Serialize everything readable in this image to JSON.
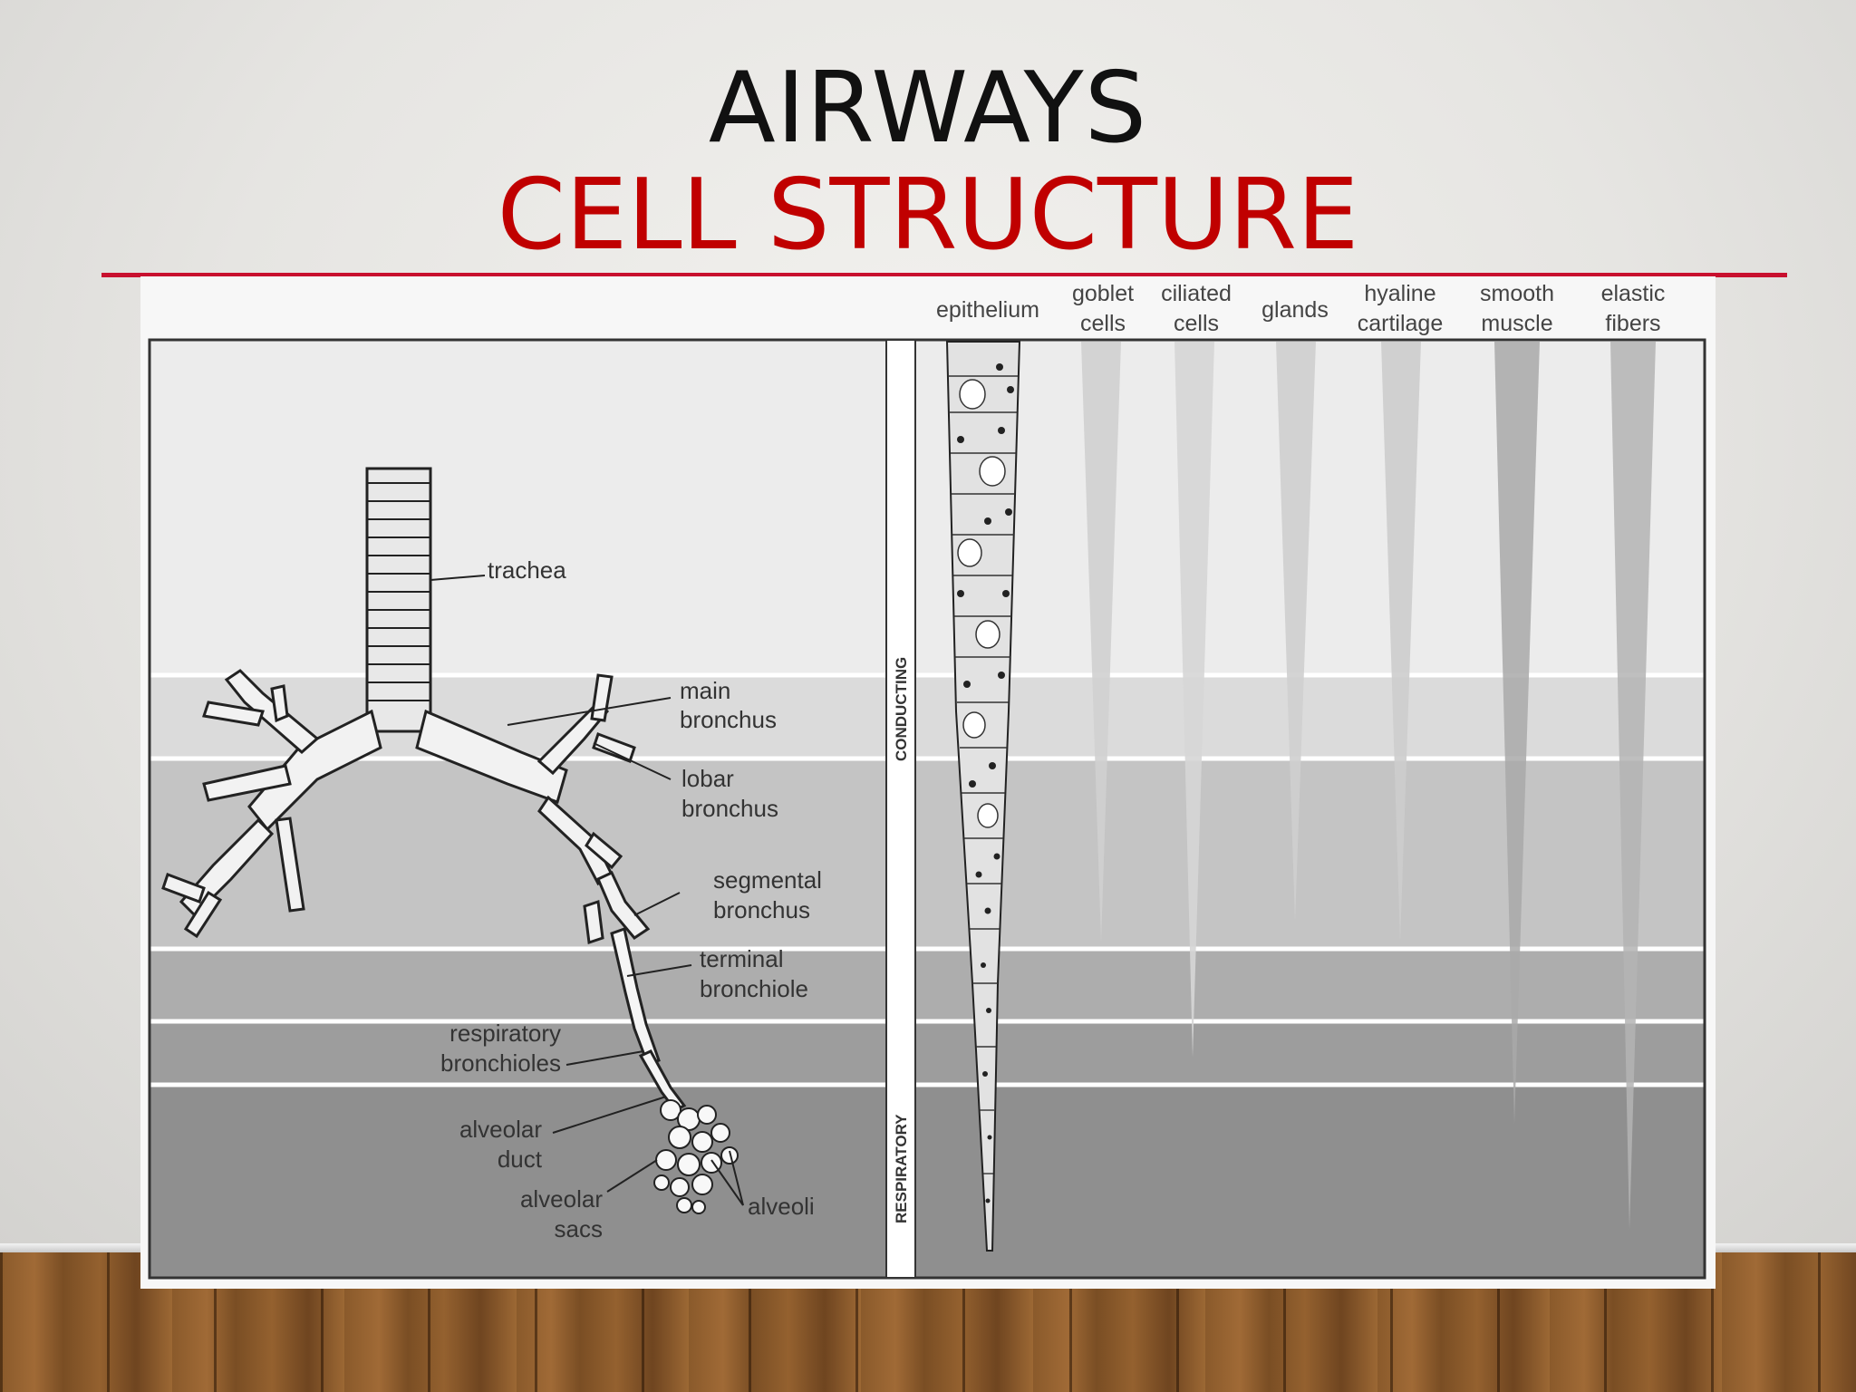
{
  "slide": {
    "title": "AIRWAYS",
    "subtitle": "CELL STRUCTURE"
  },
  "figure": {
    "region_labels": [
      "CONDUCTING",
      "RESPIRATORY"
    ],
    "column_headers": [
      [
        "epithelium"
      ],
      [
        "goblet",
        "cells"
      ],
      [
        "ciliated",
        "cells"
      ],
      [
        "glands"
      ],
      [
        "hyaline",
        "cartilage"
      ],
      [
        "smooth",
        "muscle"
      ],
      [
        "elastic",
        "fibers"
      ]
    ],
    "airway_labels": [
      [
        "trachea"
      ],
      [
        "main",
        "bronchus"
      ],
      [
        "lobar",
        "bronchus"
      ],
      [
        "segmental",
        "bronchus"
      ],
      [
        "terminal",
        "bronchiole"
      ],
      [
        "respiratory",
        "bronchioles"
      ],
      [
        "alveolar",
        "duct"
      ],
      [
        "alveolar",
        "sacs"
      ],
      [
        "alveoli"
      ]
    ]
  },
  "colors": {
    "title": "#111111",
    "subtitle": "#c00000",
    "rule": "#c8102e"
  }
}
